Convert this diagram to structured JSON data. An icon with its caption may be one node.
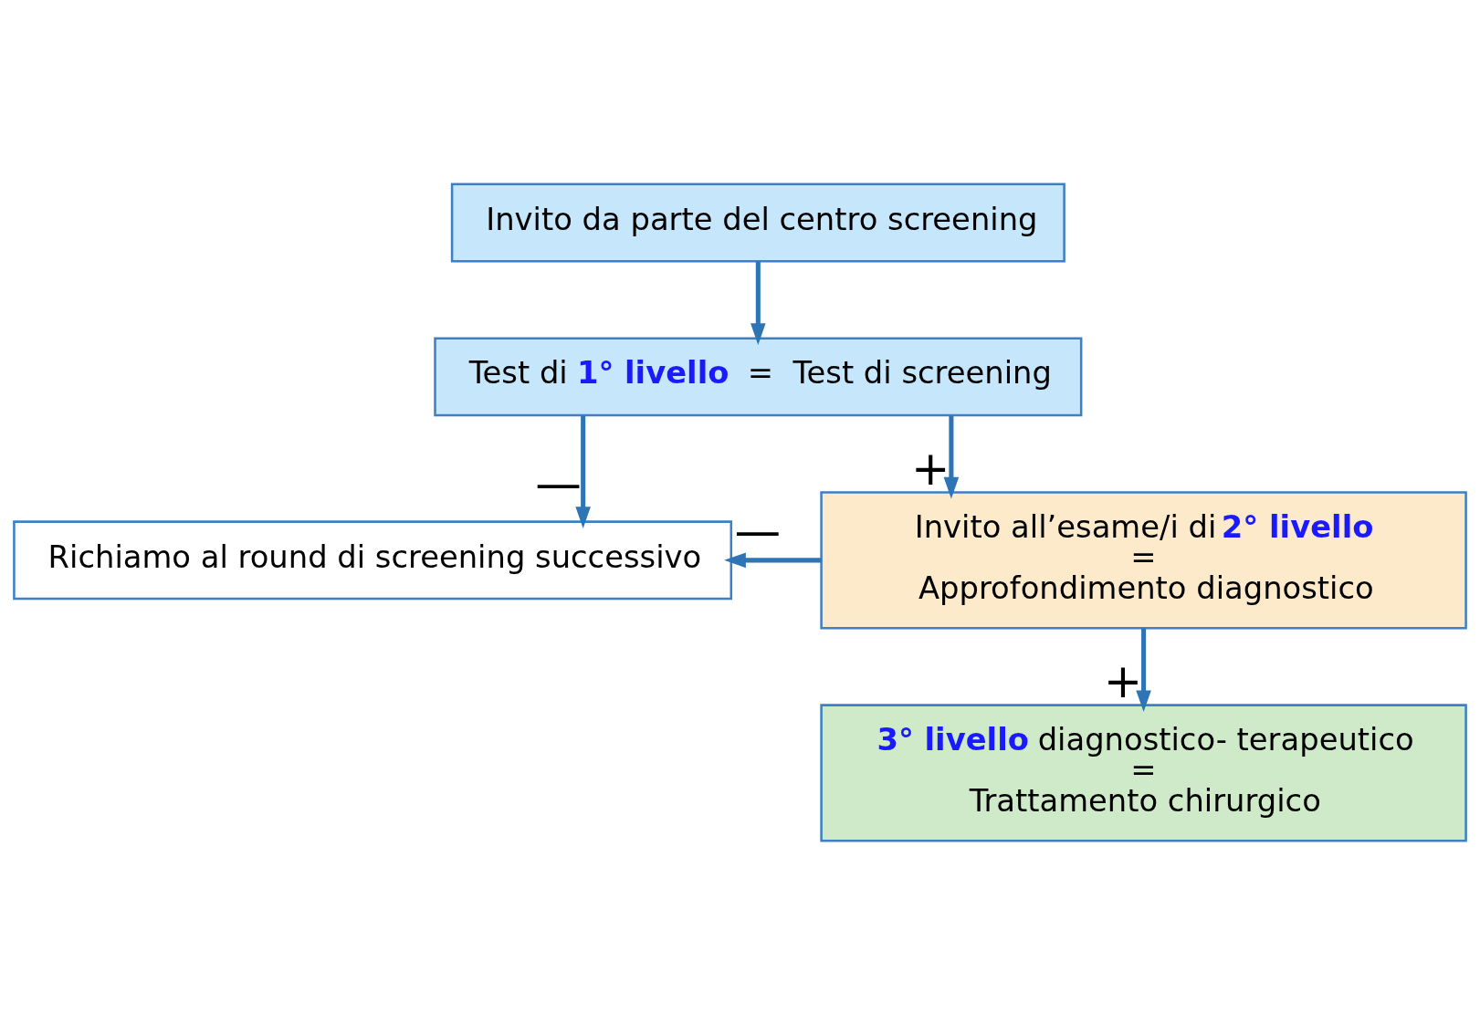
{
  "diagram": {
    "nodes": [
      {
        "text": [
          "Invito da parte del centro screening"
        ]
      },
      {
        "text": [
          "Test di **1° livello**  =  Test di screening"
        ]
      },
      {
        "text": [
          "Richiamo al round di screening successivo"
        ]
      },
      {
        "text": [
          "Invito all’esame/i di **2° livello**",
          "=",
          "Approfondimento diagnostico"
        ]
      },
      {
        "text": [
          "**3° livello** diagnostico- terapeutico",
          "=",
          "Trattamento chirurgico"
        ]
      }
    ],
    "edges": [
      {
        "from": 0,
        "to": 1,
        "arrow": "to"
      },
      {
        "from": 1,
        "to": 2,
        "arrow": "to",
        "label": "—"
      },
      {
        "from": 1,
        "to": 3,
        "arrow": "to",
        "label": "+"
      },
      {
        "from": 3,
        "to": 2,
        "arrow": "to",
        "label": "—"
      },
      {
        "from": 3,
        "to": 4,
        "arrow": "to",
        "label": "+"
      }
    ]
  }
}
